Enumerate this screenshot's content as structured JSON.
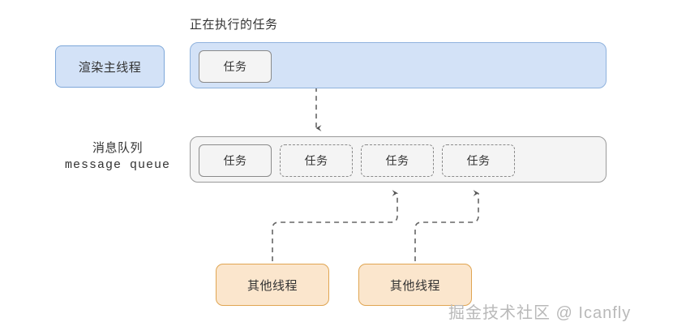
{
  "diagram": {
    "caption_executing": "正在执行的任务",
    "render_thread_label": "渲染主线程",
    "message_queue_label_cn": "消息队列",
    "message_queue_label_en": "message queue",
    "watermark": "掘金技术社区 @ Icanfly",
    "main_thread": {
      "running_task_label": "任务"
    },
    "queue": {
      "slots": [
        {
          "label": "任务",
          "style": "solid"
        },
        {
          "label": "任务",
          "style": "dashed"
        },
        {
          "label": "任务",
          "style": "dashed"
        },
        {
          "label": "任务",
          "style": "dashed"
        }
      ]
    },
    "workers": [
      {
        "label": "其他线程"
      },
      {
        "label": "其他线程"
      }
    ],
    "colors": {
      "main_thread_fill": "#d3e2f7",
      "main_thread_border": "#8fb2dd",
      "queue_fill": "#f4f4f4",
      "queue_border": "#9a9a9a",
      "task_border": "#8a8a8a",
      "worker_fill": "#fbe6cd",
      "worker_border": "#e0a552",
      "connector": "#666666",
      "text": "#333333",
      "watermark": "#b9b9b9"
    }
  }
}
